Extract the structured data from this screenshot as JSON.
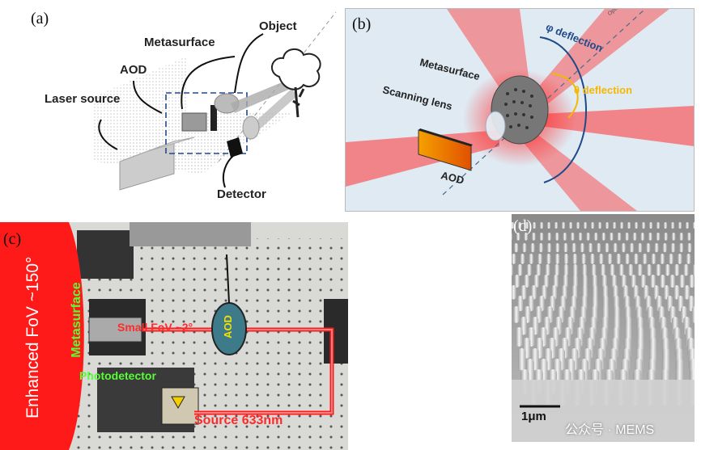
{
  "panel_a": {
    "label": "(a)",
    "metasurface": "Metasurface",
    "object": "Object",
    "aod": "AOD",
    "laser_source": "Laser source",
    "detector": "Detector"
  },
  "panel_b": {
    "label": "(b)",
    "metasurface": "Metasurface",
    "scanning_lens": "Scanning lens",
    "phi_deflection": "φ deflection",
    "theta_deflection": "θ deflection",
    "optical_axis": "Optical axis",
    "aod": "AOD"
  },
  "panel_c": {
    "label": "(c)",
    "enhanced_fov": "Enhanced FoV ~150°",
    "metasurface": "Metasurface",
    "small_fov": "Small FoV ~2°",
    "aod": "AOD",
    "photodetector": "Photodetector",
    "source": "Source 633nm"
  },
  "panel_d": {
    "label": "(d)",
    "scale": "1μm"
  },
  "watermark": "公众号 · MEMS",
  "colors": {
    "laser_red": "#ff1a1a",
    "green_text": "#55ff33",
    "theta_yellow": "#f5b800",
    "phi_blue": "#1e4a8a"
  }
}
